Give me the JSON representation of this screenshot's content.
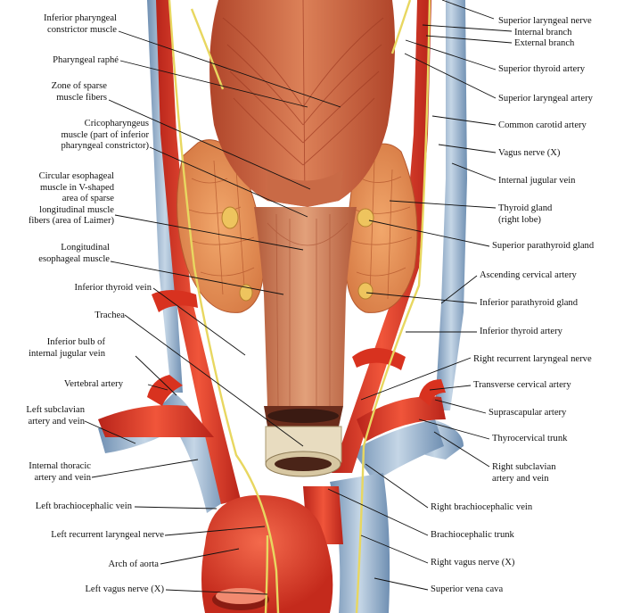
{
  "labels": {
    "inferior_pharyngeal_constrictor": "Inferior pharyngeal\nconstrictor muscle",
    "pharyngeal_raphe": "Pharyngeal raphé",
    "zone_sparse_fibers": "Zone of sparse\nmuscle fibers",
    "cricopharyngeus": "Cricopharyngeus\nmuscle (part of inferior\npharyngeal constrictor)",
    "circular_esophageal": "Circular esophageal\nmuscle in V-shaped\narea of sparse\nlongitudinal muscle\nfibers (area of Laimer)",
    "longitudinal_esophageal": "Longitudinal\nesophageal muscle",
    "inferior_thyroid_vein": "Inferior thyroid vein",
    "trachea": "Trachea",
    "inferior_bulb_ijv": "Inferior bulb of\ninternal jugular vein",
    "vertebral_artery": "Vertebral artery",
    "left_subclavian": "Left subclavian\nartery and vein",
    "internal_thoracic": "Internal thoracic\nartery and vein",
    "left_brachiocephalic_vein": "Left brachiocephalic vein",
    "left_recurrent_laryngeal": "Left recurrent laryngeal nerve",
    "arch_of_aorta": "Arch of aorta",
    "left_vagus": "Left vagus nerve (X)",
    "superior_laryngeal_nerve": "Superior laryngeal nerve",
    "internal_branch": "Internal branch",
    "external_branch": "External branch",
    "superior_thyroid_artery": "Superior thyroid artery",
    "superior_laryngeal_artery": "Superior laryngeal artery",
    "common_carotid": "Common carotid artery",
    "vagus_nerve": "Vagus nerve (X)",
    "internal_jugular": "Internal jugular vein",
    "thyroid_gland": "Thyroid gland\n(right lobe)",
    "superior_parathyroid": "Superior parathyroid gland",
    "ascending_cervical": "Ascending cervical artery",
    "inferior_parathyroid": "Inferior parathyroid gland",
    "inferior_thyroid_artery": "Inferior thyroid artery",
    "right_recurrent_laryngeal": "Right recurrent laryngeal nerve",
    "transverse_cervical": "Transverse cervical artery",
    "suprascapular": "Suprascapular artery",
    "thyrocervical": "Thyrocervical trunk",
    "right_subclavian": "Right subclavian\nartery and vein",
    "right_brachiocephalic_vein": "Right brachiocephalic vein",
    "brachiocephalic_trunk": "Brachiocephalic trunk",
    "right_vagus": "Right vagus nerve (X)",
    "superior_vena_cava": "Superior vena cava"
  },
  "colors": {
    "artery": "#e23a22",
    "artery_dark": "#b8241a",
    "vein": "#9fb9d4",
    "vein_dark": "#6f8fb2",
    "nerve": "#e8d760",
    "muscle": "#c8603c",
    "muscle_light": "#dd8a5e",
    "thyroid": "#e8945a",
    "parathyroid": "#e8b85a",
    "cartilage": "#e8dcc0",
    "leader": "#111111"
  }
}
